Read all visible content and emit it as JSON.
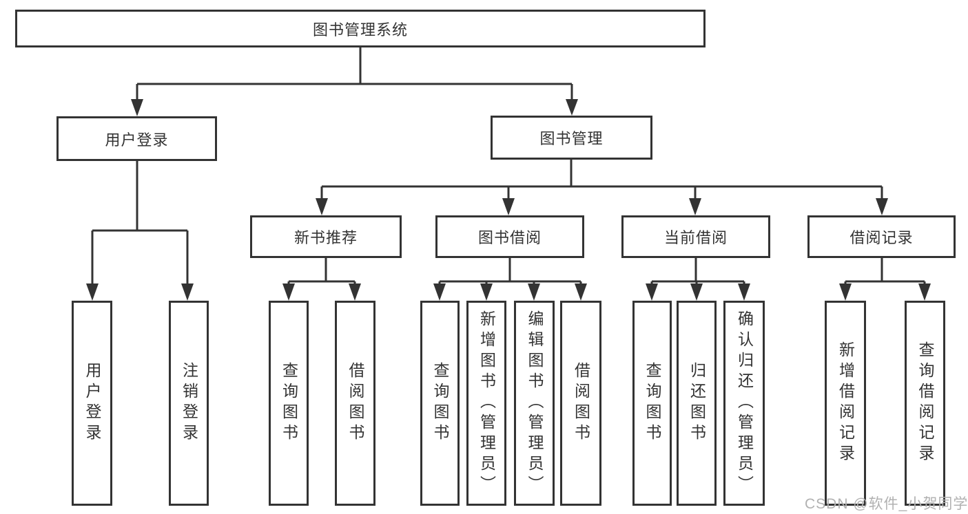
{
  "tree": {
    "label": "图书管理系统",
    "children": [
      {
        "label": "用户登录",
        "children": [
          {
            "label": "用户登录"
          },
          {
            "label": "注销登录"
          }
        ]
      },
      {
        "label": "图书管理",
        "children": [
          {
            "label": "新书推荐",
            "children": [
              {
                "label": "查询图书"
              },
              {
                "label": "借阅图书"
              }
            ]
          },
          {
            "label": "图书借阅",
            "children": [
              {
                "label": "查询图书"
              },
              {
                "label": "新增图书（管理员）"
              },
              {
                "label": "编辑图书（管理员）"
              },
              {
                "label": "借阅图书"
              }
            ]
          },
          {
            "label": "当前借阅",
            "children": [
              {
                "label": "查询图书"
              },
              {
                "label": "归还图书"
              },
              {
                "label": "确认归还（管理员）"
              }
            ]
          },
          {
            "label": "借阅记录",
            "children": [
              {
                "label": "新增借阅记录"
              },
              {
                "label": "查询借阅记录"
              }
            ]
          }
        ]
      }
    ]
  },
  "watermark": "CSDN @软件_小贺同学",
  "colors": {
    "line": "#333333",
    "text": "#333333",
    "watermark": "#b1b1b1",
    "background": "#ffffff"
  }
}
